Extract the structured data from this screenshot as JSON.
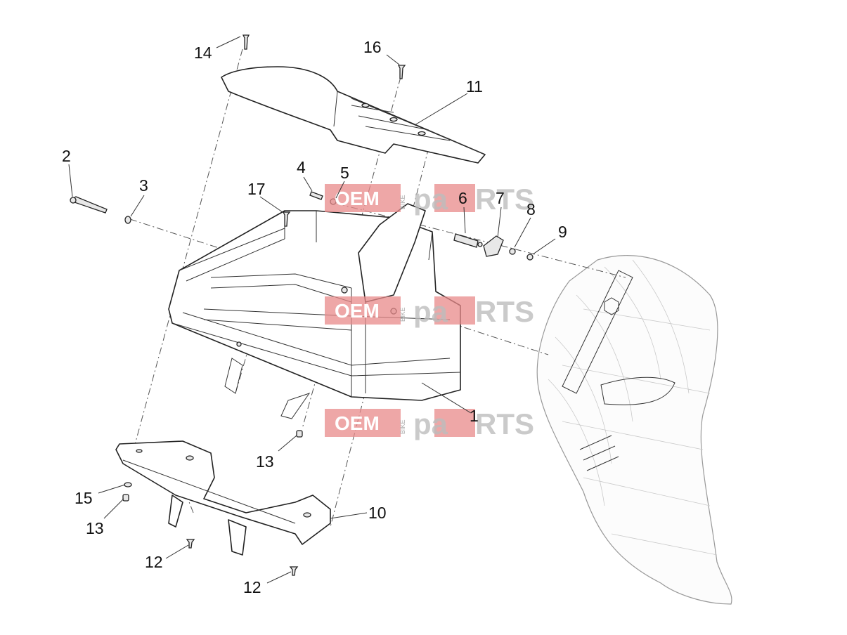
{
  "diagram": {
    "labels": [
      "1",
      "2",
      "3",
      "4",
      "5",
      "6",
      "7",
      "8",
      "9",
      "10",
      "11",
      "12",
      "12",
      "13",
      "13",
      "14",
      "15",
      "16",
      "17"
    ]
  },
  "watermark": {
    "oem": "OEM",
    "bike": "BIKE",
    "pa": "pa",
    "rts": "RTS"
  },
  "colors": {
    "watermark_red": "#e88a8a",
    "line": "#222222",
    "shield_outline": "#999999"
  }
}
